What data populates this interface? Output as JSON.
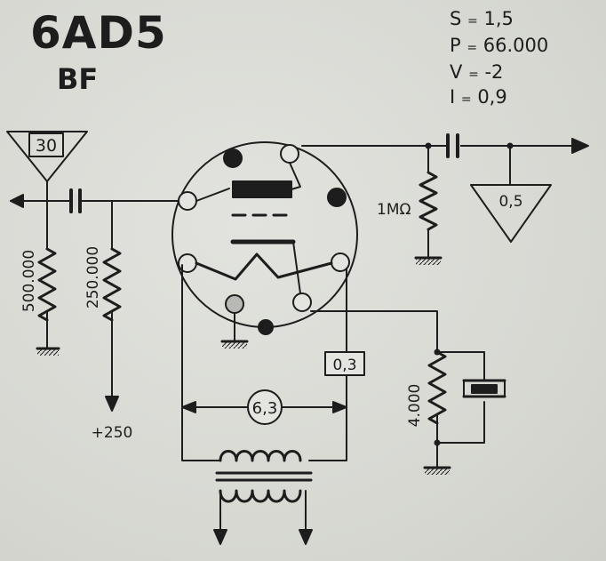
{
  "header": {
    "tube_type": "6AD5",
    "subtitle": "BF"
  },
  "parameters": [
    {
      "symbol": "S",
      "sep": "=",
      "value": "1,5"
    },
    {
      "symbol": "P",
      "sep": "=",
      "value": "66.000"
    },
    {
      "symbol": "V",
      "sep": "=",
      "value": "-2"
    },
    {
      "symbol": "I",
      "sep": "=",
      "value": "0,9"
    }
  ],
  "labels": {
    "input_gain": "30",
    "output_gain": "0,5",
    "plate_resistor": "1MΩ",
    "grid_resistor": "500.000",
    "bias_resistor": "250.000",
    "supply_voltage": "+250",
    "cathode_resistor": "4.000",
    "heater_current": "0,3",
    "heater_voltage": "6,3"
  },
  "colors": {
    "ink": "#1d1d1d",
    "paper": "#d8d9d4"
  }
}
